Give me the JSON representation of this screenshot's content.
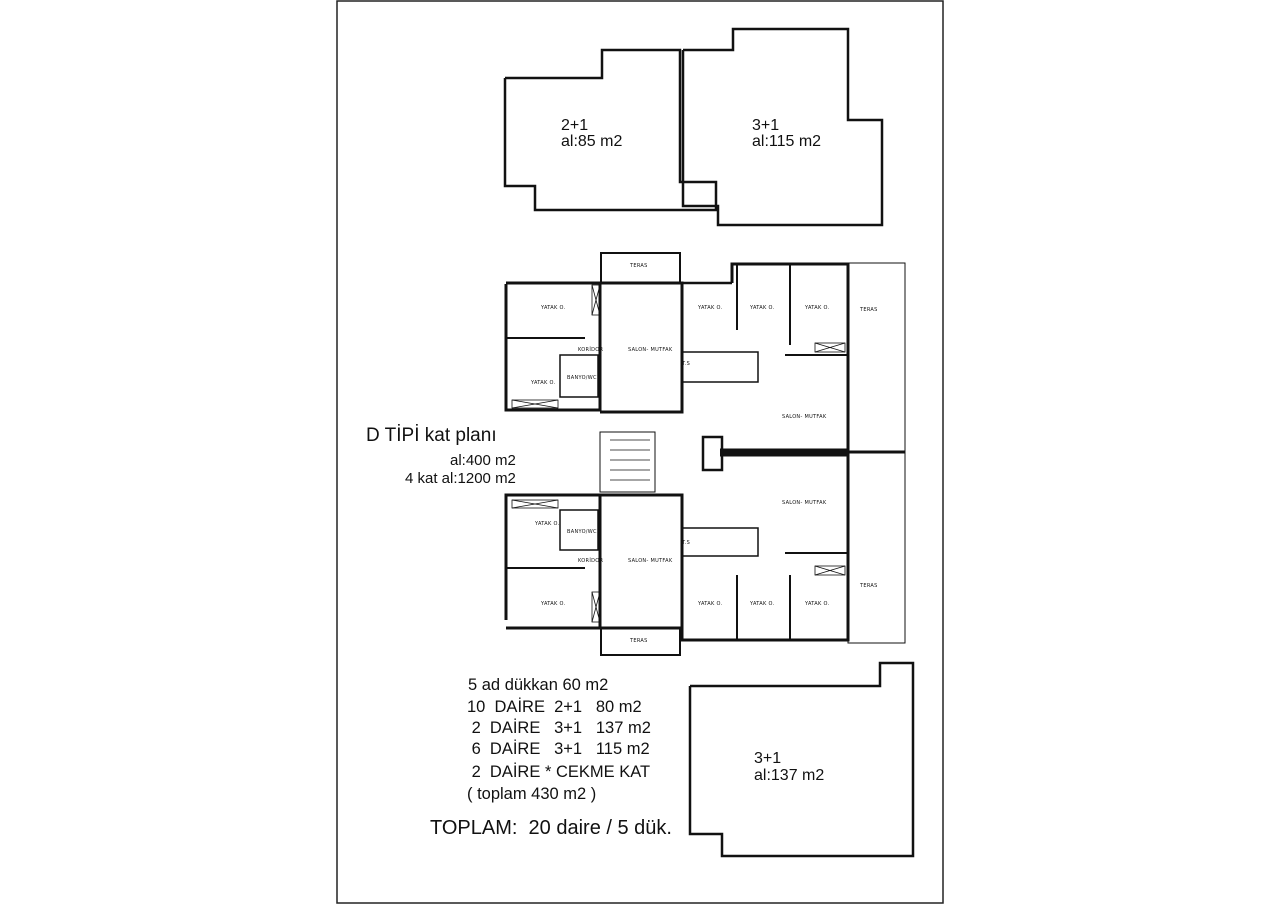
{
  "units_top": [
    {
      "type": "2+1",
      "area": "al:85 m2"
    },
    {
      "type": "3+1",
      "area": "al:115 m2"
    }
  ],
  "unit_bottom": {
    "type": "3+1",
    "area": "al:137 m2"
  },
  "plan": {
    "title": "D TİPİ kat planı",
    "area": "al:400 m2",
    "total_area": "4 kat al:1200 m2",
    "rooms": {
      "bedroom": "YATAK O.",
      "living_kitchen": "SALON- MUTFAK",
      "corridor": "KORİDOR",
      "bath": "BANYO/WC",
      "terrace": "TERAS",
      "storage": "T.S"
    }
  },
  "summary": {
    "lines": [
      "5 ad dükkan  60 m2",
      "10  DAİRE  2+1   80 m2",
      " 2  DAİRE   3+1   137 m2",
      " 6  DAİRE   3+1   115 m2",
      " 2  DAİRE * CEKME KAT",
      "( toplam 430 m2 )"
    ],
    "total": "TOPLAM:  20 daire / 5 dük."
  }
}
